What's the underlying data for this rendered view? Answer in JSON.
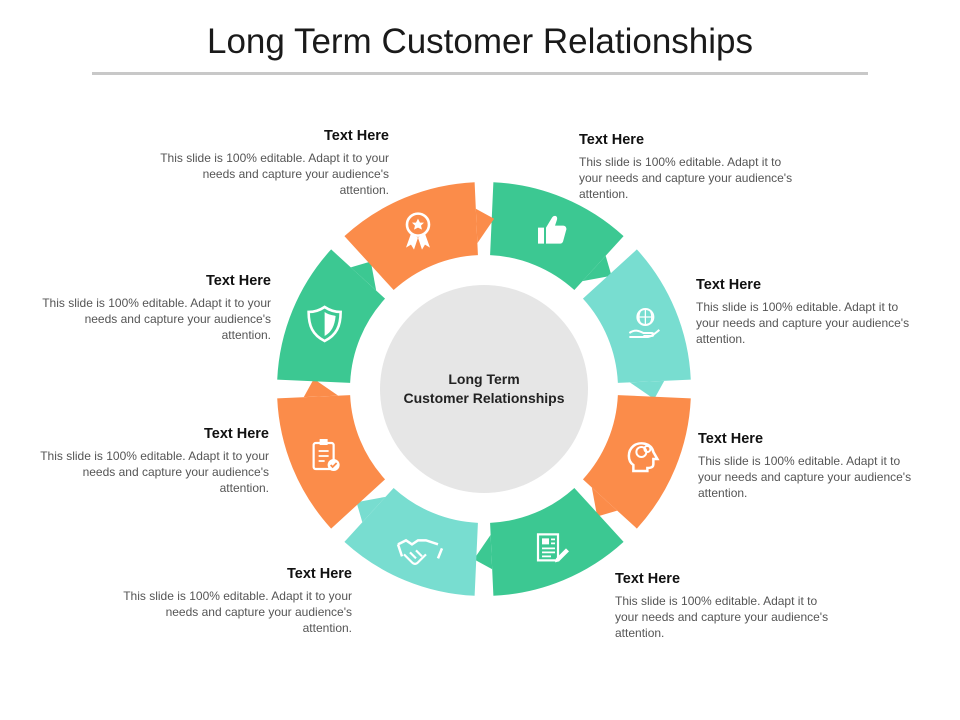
{
  "title": "Long Term Customer Relationships",
  "center": {
    "line1": "Long Term",
    "line2": "Customer Relationships"
  },
  "colors": {
    "orange": "#fb8c4a",
    "green": "#3cc892",
    "teal": "#78ddd0",
    "center": "#e6e6e6",
    "rule": "#c8c8c8"
  },
  "segments": [
    {
      "heading": "Text Here",
      "body": "This slide is 100% editable. Adapt it to your needs and capture your audience's attention.",
      "icon": "thumbs-up-icon",
      "color": "green"
    },
    {
      "heading": "Text Here",
      "body": "This slide is 100% editable. Adapt it to your needs and capture your audience's attention.",
      "icon": "globe-in-hand-icon",
      "color": "teal"
    },
    {
      "heading": "Text Here",
      "body": "This slide is 100% editable. Adapt it to your needs and capture your audience's attention.",
      "icon": "head-brain-icon",
      "color": "orange"
    },
    {
      "heading": "Text Here",
      "body": "This slide is 100% editable. Adapt it to your needs and capture your audience's attention.",
      "icon": "newspaper-icon",
      "color": "green"
    },
    {
      "heading": "Text Here",
      "body": "This slide is 100% editable. Adapt it to your needs and capture your audience's attention.",
      "icon": "handshake-icon",
      "color": "teal"
    },
    {
      "heading": "Text Here",
      "body": "This slide is 100% editable. Adapt it to your needs and capture your audience's attention.",
      "icon": "clipboard-check-icon",
      "color": "orange"
    },
    {
      "heading": "Text Here",
      "body": "This slide is 100% editable. Adapt it to your needs and capture your audience's attention.",
      "icon": "shield-icon",
      "color": "green"
    },
    {
      "heading": "Text Here",
      "body": "This slide is 100% editable. Adapt it to your needs and capture your audience's attention.",
      "icon": "award-ribbon-icon",
      "color": "orange"
    }
  ]
}
